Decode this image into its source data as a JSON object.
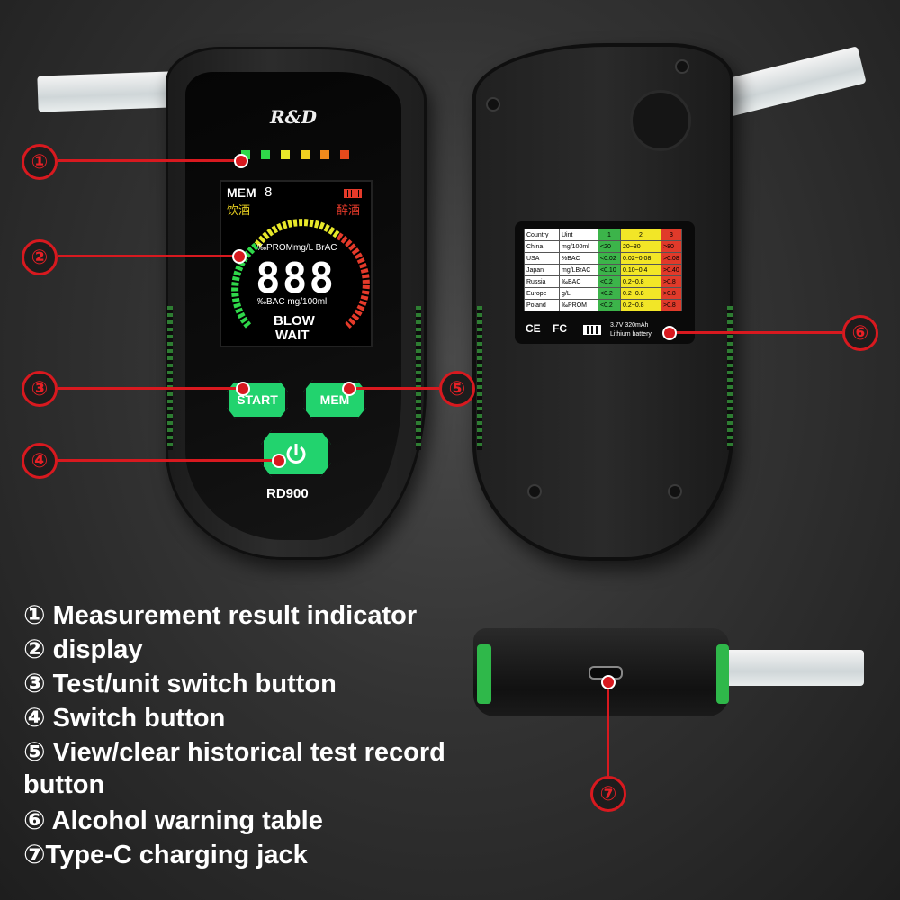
{
  "device": {
    "brand": "R&D",
    "model": "RD900",
    "screen": {
      "mem_label": "MEM",
      "mem_value": "8",
      "drink_label": "饮酒",
      "drunk_label": "醉酒",
      "top_units": "‰PROMmg/L BrAC",
      "bottom_units": "‰BAC  mg/100ml",
      "digits": "888",
      "blow": "BLOW",
      "wait": "WAIT"
    },
    "buttons": {
      "start": "START",
      "mem": "MEM",
      "power_icon": "power-icon"
    },
    "led_colors": [
      "#2fd84a",
      "#2fd84a",
      "#e8e82a",
      "#f0d020",
      "#f08a1c",
      "#e84a1c"
    ]
  },
  "warning_table": {
    "headers": [
      "Country",
      "Uint",
      "1",
      "2",
      "3"
    ],
    "rows": [
      [
        "China",
        "mg/100ml",
        "<20",
        "20~80",
        ">80"
      ],
      [
        "USA",
        "%BAC",
        "<0.02",
        "0.02~0.08",
        ">0.08"
      ],
      [
        "Japan",
        "mg/LBrAC",
        "<0.10",
        "0.10~0.4",
        ">0.40"
      ],
      [
        "Russia",
        "‰BAC",
        "<0.2",
        "0.2~0.8",
        ">0.8"
      ],
      [
        "Europe",
        "g/L",
        "<0.2",
        "0.2~0.8",
        ">0.8"
      ],
      [
        "Poland",
        "‰PROM",
        "<0.2",
        "0.2~0.8",
        ">0.8"
      ]
    ],
    "cert_ce": "CE",
    "cert_fc": "FC",
    "battery_line1": "3.7V 320mAh",
    "battery_line2": "Lithium battery"
  },
  "callouts": [
    "①",
    "②",
    "③",
    "④",
    "⑤",
    "⑥",
    "⑦"
  ],
  "legend": [
    "① Measurement result indicator",
    "② display",
    "③ Test/unit switch button",
    "④ Switch button",
    "⑤ View/clear historical test record",
    "button",
    "⑥ Alcohol warning table",
    "⑦Type-C charging jack"
  ],
  "colors": {
    "accent_red": "#d8191f",
    "button_green": "#22d36e"
  }
}
